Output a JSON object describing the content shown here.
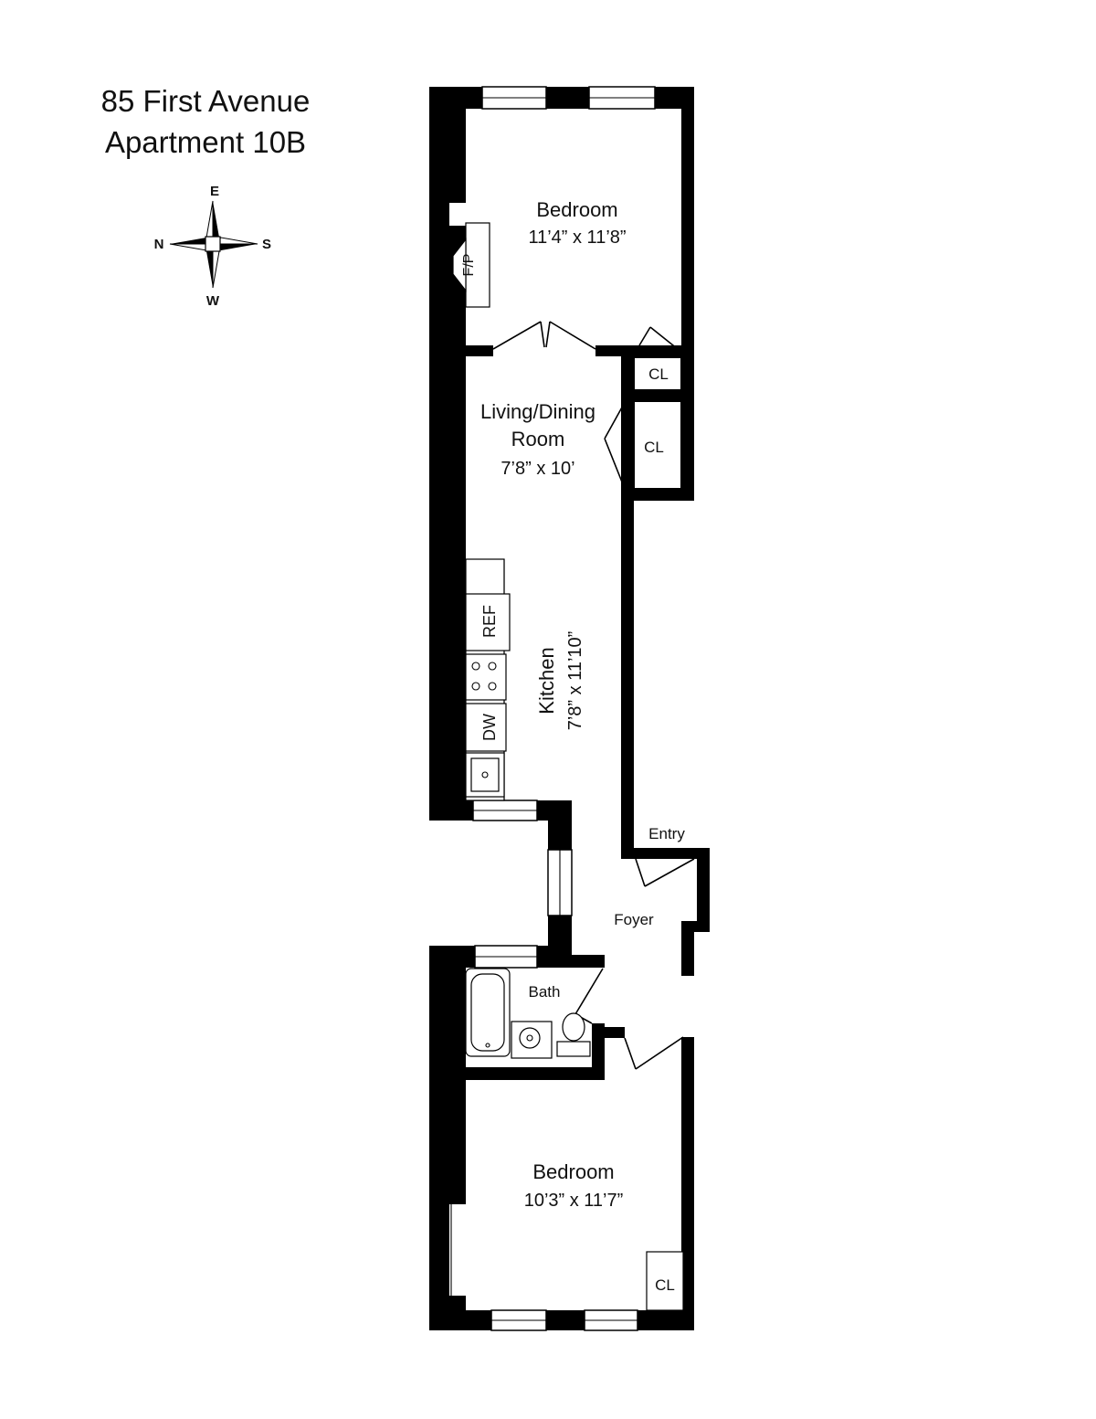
{
  "title": {
    "line1": "85 First Avenue",
    "line2": "Apartment 10B"
  },
  "compass": {
    "north": "N",
    "east": "E",
    "south": "S",
    "west": "W"
  },
  "rooms": {
    "bedroom1": {
      "name": "Bedroom",
      "size": "11’4” x 11’8”"
    },
    "living": {
      "name1": "Living/Dining",
      "name2": "Room",
      "size": "7’8” x 10’"
    },
    "kitchen": {
      "name": "Kitchen",
      "size": "7’8” x 11’10”"
    },
    "foyer": {
      "name": "Foyer"
    },
    "entry": {
      "name": "Entry"
    },
    "bath": {
      "name": "Bath"
    },
    "bedroom2": {
      "name": "Bedroom",
      "size": "10’3” x 11’7”"
    }
  },
  "closets": {
    "cl1": "CL",
    "cl2": "CL",
    "cl3": "CL"
  },
  "fixtures": {
    "fireplace": "F/P",
    "refrigerator": "REF",
    "dishwasher": "DW"
  }
}
